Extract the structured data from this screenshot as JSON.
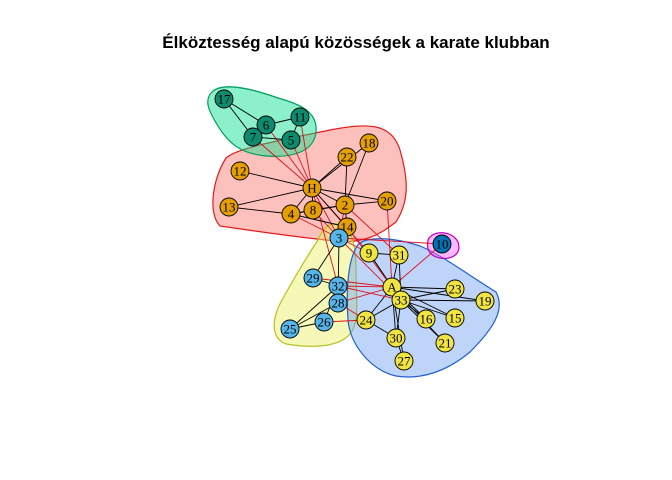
{
  "title": "Élköztesség alapú közösségek a karate klubban",
  "communities": [
    {
      "id": "c1",
      "fill": "#f8766d",
      "stroke": "#e41a1c",
      "node_color": "#e69f00"
    },
    {
      "id": "c2",
      "fill": "#00e08a",
      "stroke": "#009e60",
      "node_color": "#0e8a6e"
    },
    {
      "id": "c3",
      "fill": "#e8f060",
      "stroke": "#b8c020",
      "node_color": "#56b4e9"
    },
    {
      "id": "c4",
      "fill": "#6fa0f0",
      "stroke": "#2060d0",
      "node_color": "#f0e442"
    },
    {
      "id": "c5",
      "fill": "#ff60ff",
      "stroke": "#c000c0",
      "node_color": "#0072b2"
    }
  ],
  "nodes": [
    {
      "id": "17",
      "label": "17",
      "community": "c2"
    },
    {
      "id": "6",
      "label": "6",
      "community": "c2"
    },
    {
      "id": "11",
      "label": "11",
      "community": "c2"
    },
    {
      "id": "7",
      "label": "7",
      "community": "c2"
    },
    {
      "id": "5",
      "label": "5",
      "community": "c2"
    },
    {
      "id": "18",
      "label": "18",
      "community": "c1"
    },
    {
      "id": "22",
      "label": "22",
      "community": "c1"
    },
    {
      "id": "12",
      "label": "12",
      "community": "c1"
    },
    {
      "id": "H",
      "label": "H",
      "community": "c1"
    },
    {
      "id": "13",
      "label": "13",
      "community": "c1"
    },
    {
      "id": "4",
      "label": "4",
      "community": "c1"
    },
    {
      "id": "8",
      "label": "8",
      "community": "c1"
    },
    {
      "id": "2",
      "label": "2",
      "community": "c1"
    },
    {
      "id": "20",
      "label": "20",
      "community": "c1"
    },
    {
      "id": "14",
      "label": "14",
      "community": "c1"
    },
    {
      "id": "3",
      "label": "3",
      "community": "c3"
    },
    {
      "id": "29",
      "label": "29",
      "community": "c3"
    },
    {
      "id": "32",
      "label": "32",
      "community": "c3"
    },
    {
      "id": "28",
      "label": "28",
      "community": "c3"
    },
    {
      "id": "26",
      "label": "26",
      "community": "c3"
    },
    {
      "id": "25",
      "label": "25",
      "community": "c3"
    },
    {
      "id": "9",
      "label": "9",
      "community": "c4"
    },
    {
      "id": "31",
      "label": "31",
      "community": "c4"
    },
    {
      "id": "A",
      "label": "A",
      "community": "c4"
    },
    {
      "id": "33",
      "label": "33",
      "community": "c4"
    },
    {
      "id": "23",
      "label": "23",
      "community": "c4"
    },
    {
      "id": "19",
      "label": "19",
      "community": "c4"
    },
    {
      "id": "24",
      "label": "24",
      "community": "c4"
    },
    {
      "id": "16",
      "label": "16",
      "community": "c4"
    },
    {
      "id": "15",
      "label": "15",
      "community": "c4"
    },
    {
      "id": "30",
      "label": "30",
      "community": "c4"
    },
    {
      "id": "21",
      "label": "21",
      "community": "c4"
    },
    {
      "id": "27",
      "label": "27",
      "community": "c4"
    },
    {
      "id": "10",
      "label": "10",
      "community": "c5"
    }
  ],
  "edges": [
    [
      "H",
      "2"
    ],
    [
      "H",
      "3"
    ],
    [
      "H",
      "4"
    ],
    [
      "H",
      "5"
    ],
    [
      "H",
      "6"
    ],
    [
      "H",
      "7"
    ],
    [
      "H",
      "8"
    ],
    [
      "H",
      "9"
    ],
    [
      "H",
      "11"
    ],
    [
      "H",
      "12"
    ],
    [
      "H",
      "13"
    ],
    [
      "H",
      "14"
    ],
    [
      "H",
      "18"
    ],
    [
      "H",
      "20"
    ],
    [
      "H",
      "22"
    ],
    [
      "H",
      "32"
    ],
    [
      "2",
      "3"
    ],
    [
      "2",
      "4"
    ],
    [
      "2",
      "8"
    ],
    [
      "2",
      "14"
    ],
    [
      "2",
      "18"
    ],
    [
      "2",
      "20"
    ],
    [
      "2",
      "22"
    ],
    [
      "2",
      "31"
    ],
    [
      "3",
      "4"
    ],
    [
      "3",
      "8"
    ],
    [
      "3",
      "9"
    ],
    [
      "3",
      "10"
    ],
    [
      "3",
      "14"
    ],
    [
      "3",
      "28"
    ],
    [
      "3",
      "29"
    ],
    [
      "3",
      "33"
    ],
    [
      "4",
      "8"
    ],
    [
      "4",
      "13"
    ],
    [
      "4",
      "14"
    ],
    [
      "5",
      "7"
    ],
    [
      "5",
      "11"
    ],
    [
      "6",
      "7"
    ],
    [
      "6",
      "11"
    ],
    [
      "6",
      "17"
    ],
    [
      "7",
      "17"
    ],
    [
      "9",
      "31"
    ],
    [
      "9",
      "33"
    ],
    [
      "9",
      "A"
    ],
    [
      "10",
      "A"
    ],
    [
      "14",
      "A"
    ],
    [
      "15",
      "33"
    ],
    [
      "15",
      "A"
    ],
    [
      "16",
      "33"
    ],
    [
      "16",
      "A"
    ],
    [
      "19",
      "33"
    ],
    [
      "19",
      "A"
    ],
    [
      "20",
      "A"
    ],
    [
      "21",
      "33"
    ],
    [
      "21",
      "A"
    ],
    [
      "23",
      "33"
    ],
    [
      "23",
      "A"
    ],
    [
      "24",
      "26"
    ],
    [
      "24",
      "28"
    ],
    [
      "24",
      "30"
    ],
    [
      "24",
      "33"
    ],
    [
      "24",
      "A"
    ],
    [
      "25",
      "26"
    ],
    [
      "25",
      "28"
    ],
    [
      "25",
      "32"
    ],
    [
      "26",
      "32"
    ],
    [
      "27",
      "30"
    ],
    [
      "27",
      "A"
    ],
    [
      "28",
      "A"
    ],
    [
      "29",
      "32"
    ],
    [
      "29",
      "A"
    ],
    [
      "30",
      "33"
    ],
    [
      "30",
      "A"
    ],
    [
      "31",
      "33"
    ],
    [
      "31",
      "A"
    ],
    [
      "32",
      "33"
    ],
    [
      "32",
      "A"
    ],
    [
      "33",
      "A"
    ]
  ]
}
